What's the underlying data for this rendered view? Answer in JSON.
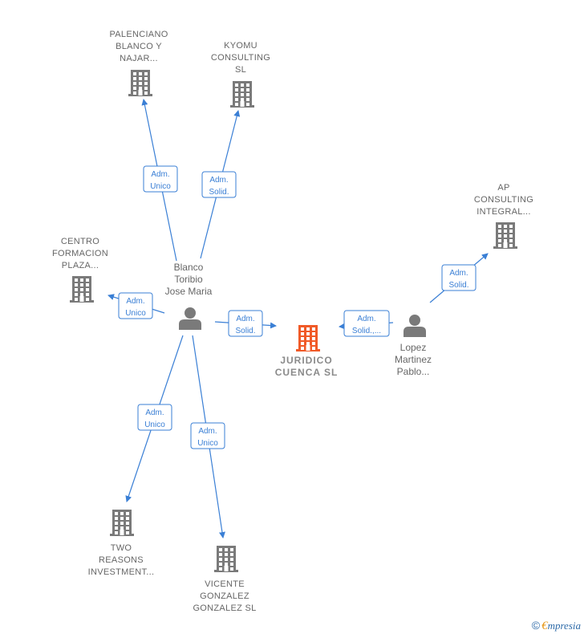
{
  "colors": {
    "edge": "#3a7fd5",
    "company": "#7a7a7a",
    "main_company": "#f05a28",
    "person": "#7a7a7a"
  },
  "companies": [
    {
      "id": "palenciano",
      "lines": [
        "PALENCIANO",
        "BLANCO Y",
        "NAJAR..."
      ],
      "icon": "building-icon"
    },
    {
      "id": "kyomu",
      "lines": [
        "KYOMU",
        "CONSULTING",
        "SL"
      ],
      "icon": "building-icon"
    },
    {
      "id": "centro",
      "lines": [
        "CENTRO",
        "FORMACION",
        "PLAZA..."
      ],
      "icon": "building-icon"
    },
    {
      "id": "ap",
      "lines": [
        "AP",
        "CONSULTING",
        "INTEGRAL..."
      ],
      "icon": "building-icon"
    },
    {
      "id": "juridico",
      "lines": [
        "JURIDICO",
        "CUENCA  SL"
      ],
      "icon": "building-icon",
      "main": true
    },
    {
      "id": "two",
      "lines": [
        "TWO",
        "REASONS",
        "INVESTMENT..."
      ],
      "icon": "building-icon"
    },
    {
      "id": "vicente",
      "lines": [
        "VICENTE",
        "GONZALEZ",
        "GONZALEZ SL"
      ],
      "icon": "building-icon"
    }
  ],
  "persons": [
    {
      "id": "blanco",
      "lines": [
        "Blanco",
        "Toribio",
        "Jose Maria"
      ],
      "icon": "person-icon"
    },
    {
      "id": "lopez",
      "lines": [
        "Lopez",
        "Martinez",
        "Pablo..."
      ],
      "icon": "person-icon"
    }
  ],
  "edges": [
    {
      "from": "blanco",
      "to": "palenciano",
      "label": [
        "Adm.",
        "Unico"
      ]
    },
    {
      "from": "blanco",
      "to": "kyomu",
      "label": [
        "Adm.",
        "Solid."
      ]
    },
    {
      "from": "blanco",
      "to": "centro",
      "label": [
        "Adm.",
        "Unico"
      ]
    },
    {
      "from": "blanco",
      "to": "juridico",
      "label": [
        "Adm.",
        "Solid."
      ]
    },
    {
      "from": "blanco",
      "to": "two",
      "label": [
        "Adm.",
        "Unico"
      ]
    },
    {
      "from": "blanco",
      "to": "vicente",
      "label": [
        "Adm.",
        "Unico"
      ]
    },
    {
      "from": "lopez",
      "to": "juridico",
      "label": [
        "Adm.",
        "Solid.,..."
      ]
    },
    {
      "from": "lopez",
      "to": "ap",
      "label": [
        "Adm.",
        "Solid."
      ]
    }
  ],
  "footer": {
    "copyright_symbol": "©",
    "brand_first": "€",
    "brand_rest": "mpresia"
  }
}
